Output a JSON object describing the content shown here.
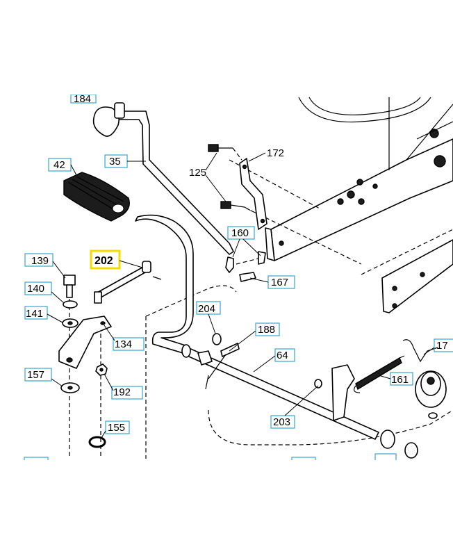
{
  "diagram": {
    "highlight_color": "#f2dc00",
    "label_box_color": "#36a6cf",
    "callouts": [
      {
        "id": "184",
        "text": "184"
      },
      {
        "id": "35",
        "text": "35"
      },
      {
        "id": "42",
        "text": "42"
      },
      {
        "id": "172",
        "text": "172"
      },
      {
        "id": "125",
        "text": "125"
      },
      {
        "id": "160",
        "text": "160"
      },
      {
        "id": "167",
        "text": "167"
      },
      {
        "id": "139",
        "text": "139"
      },
      {
        "id": "202",
        "text": "202",
        "highlighted": true
      },
      {
        "id": "140",
        "text": "140"
      },
      {
        "id": "141",
        "text": "141"
      },
      {
        "id": "134",
        "text": "134"
      },
      {
        "id": "157",
        "text": "157"
      },
      {
        "id": "192",
        "text": "192"
      },
      {
        "id": "155",
        "text": "155"
      },
      {
        "id": "204",
        "text": "204"
      },
      {
        "id": "188",
        "text": "188"
      },
      {
        "id": "64",
        "text": "64"
      },
      {
        "id": "203",
        "text": "203"
      },
      {
        "id": "161",
        "text": "161"
      },
      {
        "id": "17x",
        "text": "17"
      }
    ]
  }
}
